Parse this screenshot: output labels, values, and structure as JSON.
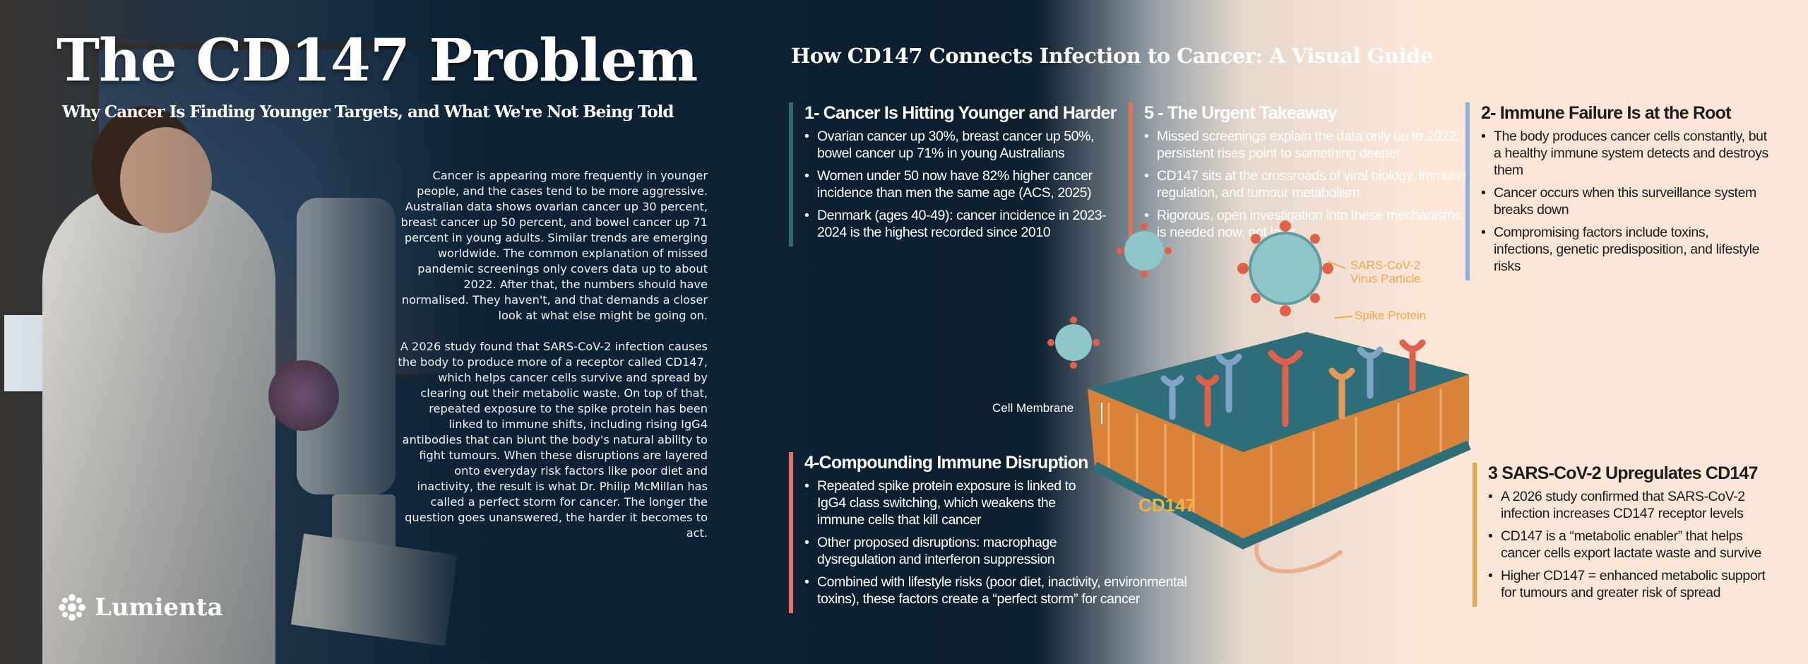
{
  "header": {
    "title": "The CD147 Problem",
    "subtitle": "Why Cancer Is Finding Younger Targets, and What We're Not Being Told"
  },
  "intro": {
    "paragraphs": [
      "Cancer is appearing more frequently in younger people, and the cases tend to be more aggressive. Australian data shows ovarian cancer up 30 percent, breast cancer up 50 percent, and bowel cancer up 71 percent in young adults. Similar trends are emerging worldwide. The common explanation of missed pandemic screenings only covers data up to about 2022. After that, the numbers should have normalised. They haven't, and that demands a closer look at what else might be going on.",
      "A 2026 study found that SARS-CoV-2 infection causes the body to produce more of a receptor called CD147, which helps cancer cells survive and spread by clearing out their metabolic waste. On top of that, repeated exposure to the spike protein has been linked to immune shifts, including rising IgG4 antibodies that can blunt the body's natural ability to fight tumours. When these disruptions are layered onto everyday risk factors like poor diet and inactivity, the result is what Dr. Philip McMillan has called a perfect storm for cancer. The longer the question goes unanswered, the harder it becomes to act."
    ]
  },
  "logo": {
    "name": "Lumienta"
  },
  "guide": {
    "title": "How CD147 Connects Infection to Cancer: A Visual Guide",
    "sections": [
      {
        "title": "1- Cancer Is Hitting Younger and Harder",
        "bullets": [
          "Ovarian cancer up 30%, breast cancer up 50%, bowel cancer up 71% in young Australians",
          "Women under 50 now have 82% higher cancer incidence than men the same age (ACS, 2025)",
          "Denmark (ages 40-49): cancer incidence in 2023-2024 is the highest recorded since 2010"
        ]
      },
      {
        "title": "5 - The Urgent Takeaway",
        "bullets": [
          "Missed screenings explain the data only up to 2022; persistent rises point to something deeper",
          "CD147 sits at the crossroads of viral biology, immune regulation, and tumour metabolism",
          "Rigorous, open investigation into these mechanisms is needed now, not later"
        ]
      },
      {
        "title": "2- Immune Failure Is at the Root",
        "bullets": [
          "The body produces cancer cells constantly, but a healthy immune system detects and destroys them",
          "Cancer occurs when this surveillance system breaks down",
          "Compromising factors include toxins, infections, genetic predisposition, and lifestyle risks"
        ]
      },
      {
        "title": "4-Compounding Immune Disruption",
        "bullets": [
          "Repeated spike protein exposure is linked to IgG4 class switching, which weakens the immune cells that kill cancer",
          "Other proposed disruptions: macrophage dysregulation and interferon suppression",
          "Combined with lifestyle risks (poor diet, inactivity, environmental toxins), these factors create a “perfect storm” for cancer"
        ]
      },
      {
        "title": "3 SARS-CoV-2 Upregulates CD147",
        "bullets": [
          "A 2026 study confirmed that SARS-CoV-2 infection increases CD147 receptor levels",
          "CD147 is a “metabolic enabler” that helps cancer cells export lactate waste and survive",
          "Higher CD147 = enhanced metabolic support for tumours and greater risk of spread"
        ]
      }
    ]
  },
  "diagram": {
    "virus_label_1": "SARS-CoV-2",
    "virus_label_2": "Virus Particle",
    "spike_label": "Spike Protein",
    "membrane_label": "Cell Membrane",
    "cd147_label": "CD147"
  },
  "colors": {
    "navy": "#0d2234",
    "peach": "#fbe6d8",
    "teal": "#2a6a70",
    "coral": "#e07656",
    "blue": "#8fb0dc",
    "orange": "#e9a850"
  }
}
